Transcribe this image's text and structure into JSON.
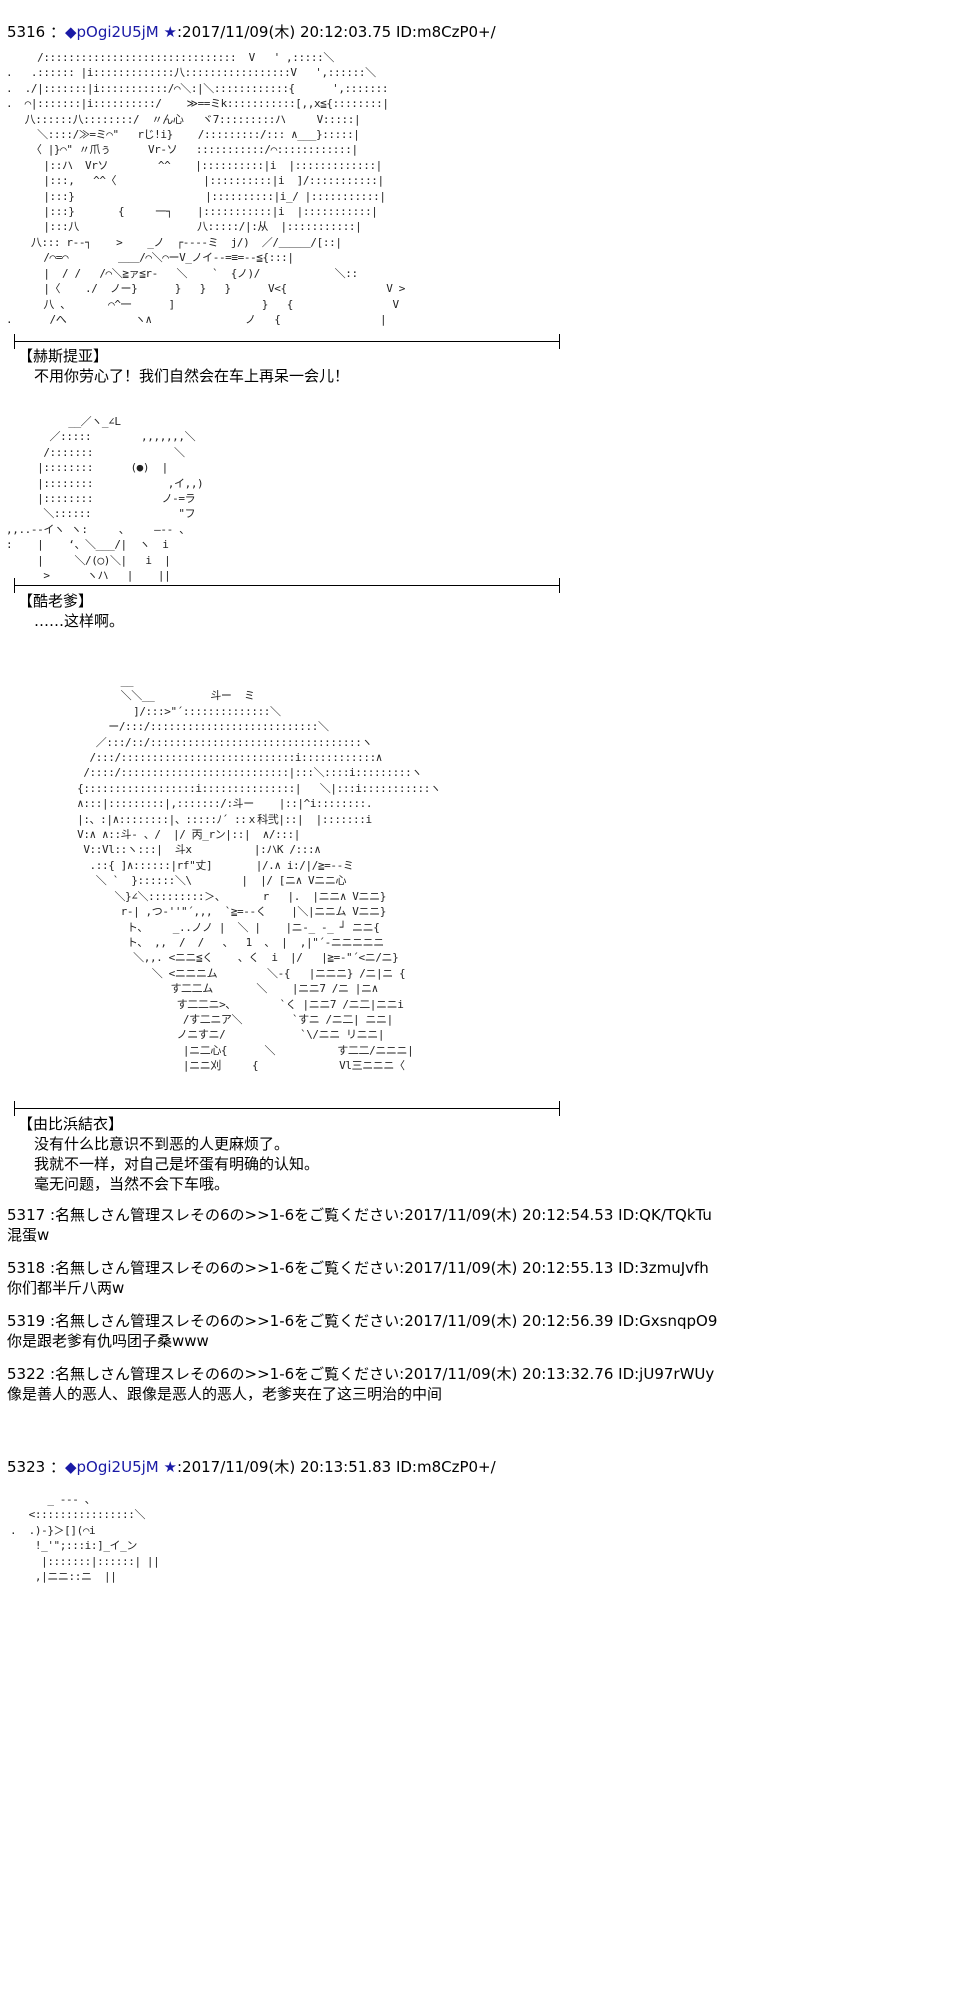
{
  "post1": {
    "num": "5316",
    "sep": "：",
    "diamond": "◆",
    "trip": "pOgi2U5jM",
    "star": "★",
    "meta": ":2017/11/09(木) 20:12:03.75 ID:m8CzP0+/"
  },
  "scene1": {
    "speaker": "【赫斯提亚】",
    "line1": "不用你劳心了！我们自然会在车上再呆一会儿！"
  },
  "scene2": {
    "speaker": "【酷老爹】",
    "line1": "……这样啊。"
  },
  "scene3": {
    "speaker": "【由比浜結衣】",
    "line1": "没有什么比意识不到恶的人更麻烦了。",
    "line2": "我就不一样，对自己是坏蛋有明确的认知。",
    "line3": "毫无问题，当然不会下车哦。"
  },
  "replies": [
    {
      "head": "5317 :名無しさん管理スレその6の>>1-6をご覧ください:2017/11/09(木) 20:12:54.53 ID:QK/TQkTu",
      "body": "混蛋w"
    },
    {
      "head": "5318 :名無しさん管理スレその6の>>1-6をご覧ください:2017/11/09(木) 20:12:55.13 ID:3zmuJvfh",
      "body": "你们都半斤八两w"
    },
    {
      "head": "5319 :名無しさん管理スレその6の>>1-6をご覧ください:2017/11/09(木) 20:12:56.39 ID:GxsnqpO9",
      "body": "你是跟老爹有仇吗团子桑www"
    },
    {
      "head": "5322 :名無しさん管理スレその6の>>1-6をご覧ください:2017/11/09(木) 20:13:32.76 ID:jU97rWUy",
      "body": "像是善人的恶人、跟像是恶人的恶人，老爹夹在了这三明治的中间"
    }
  ],
  "post2": {
    "num": "5323",
    "sep": "：",
    "diamond": "◆",
    "trip": "pOgi2U5jM",
    "star": "★",
    "meta": ":2017/11/09(木) 20:13:51.83 ID:m8CzP0+/"
  }
}
